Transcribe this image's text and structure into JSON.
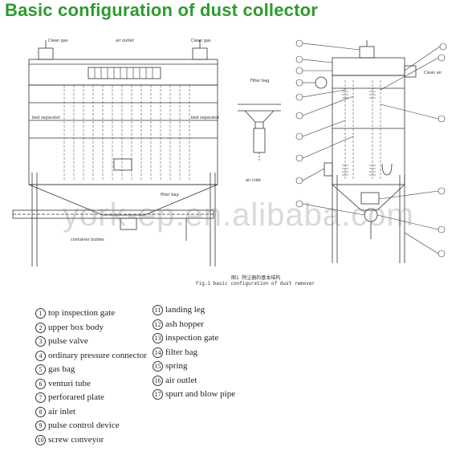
{
  "title": "Basic configuration of dust collector",
  "watermark": "york-ep.en.alibaba.com",
  "figure_caption_cn": "图1  除尘器的基本结构",
  "figure_caption_en": "Fig.1 basic configuration of dust remover",
  "legend_left": [
    {
      "num": "1",
      "label": "top inspection gate"
    },
    {
      "num": "2",
      "label": "upper box body"
    },
    {
      "num": "3",
      "label": "pulse valve"
    },
    {
      "num": "4",
      "label": "ordinary pressure connector"
    },
    {
      "num": "5",
      "label": "gas bag"
    },
    {
      "num": "6",
      "label": "venturi tube"
    },
    {
      "num": "7",
      "label": "perforared plate"
    },
    {
      "num": "8",
      "label": "air inlet"
    },
    {
      "num": "9",
      "label": "pulse control device"
    },
    {
      "num": "10",
      "label": "screw conveyor"
    }
  ],
  "legend_right": [
    {
      "num": "11",
      "label": "landing leg"
    },
    {
      "num": "12",
      "label": "ash hopper"
    },
    {
      "num": "13",
      "label": "inspection gate"
    },
    {
      "num": "14",
      "label": "filter bag"
    },
    {
      "num": "15",
      "label": "spring"
    },
    {
      "num": "16",
      "label": "air outlet"
    },
    {
      "num": "17",
      "label": "spurt and blow pipe"
    }
  ],
  "drawing_labels": {
    "clean_gas": "Clean gas",
    "air_outlet": "air outlet",
    "bed_separator": "bed separator",
    "filter_bag": "Filter bag",
    "container_bodies": "container bodies",
    "filter_bag_shape": "filter bag",
    "air_inlet": "air inlet",
    "clean_air": "Clean air",
    "clean_gas_top": "Clean gas"
  },
  "colors": {
    "title": "#2e9a2e",
    "line": "#333333"
  }
}
